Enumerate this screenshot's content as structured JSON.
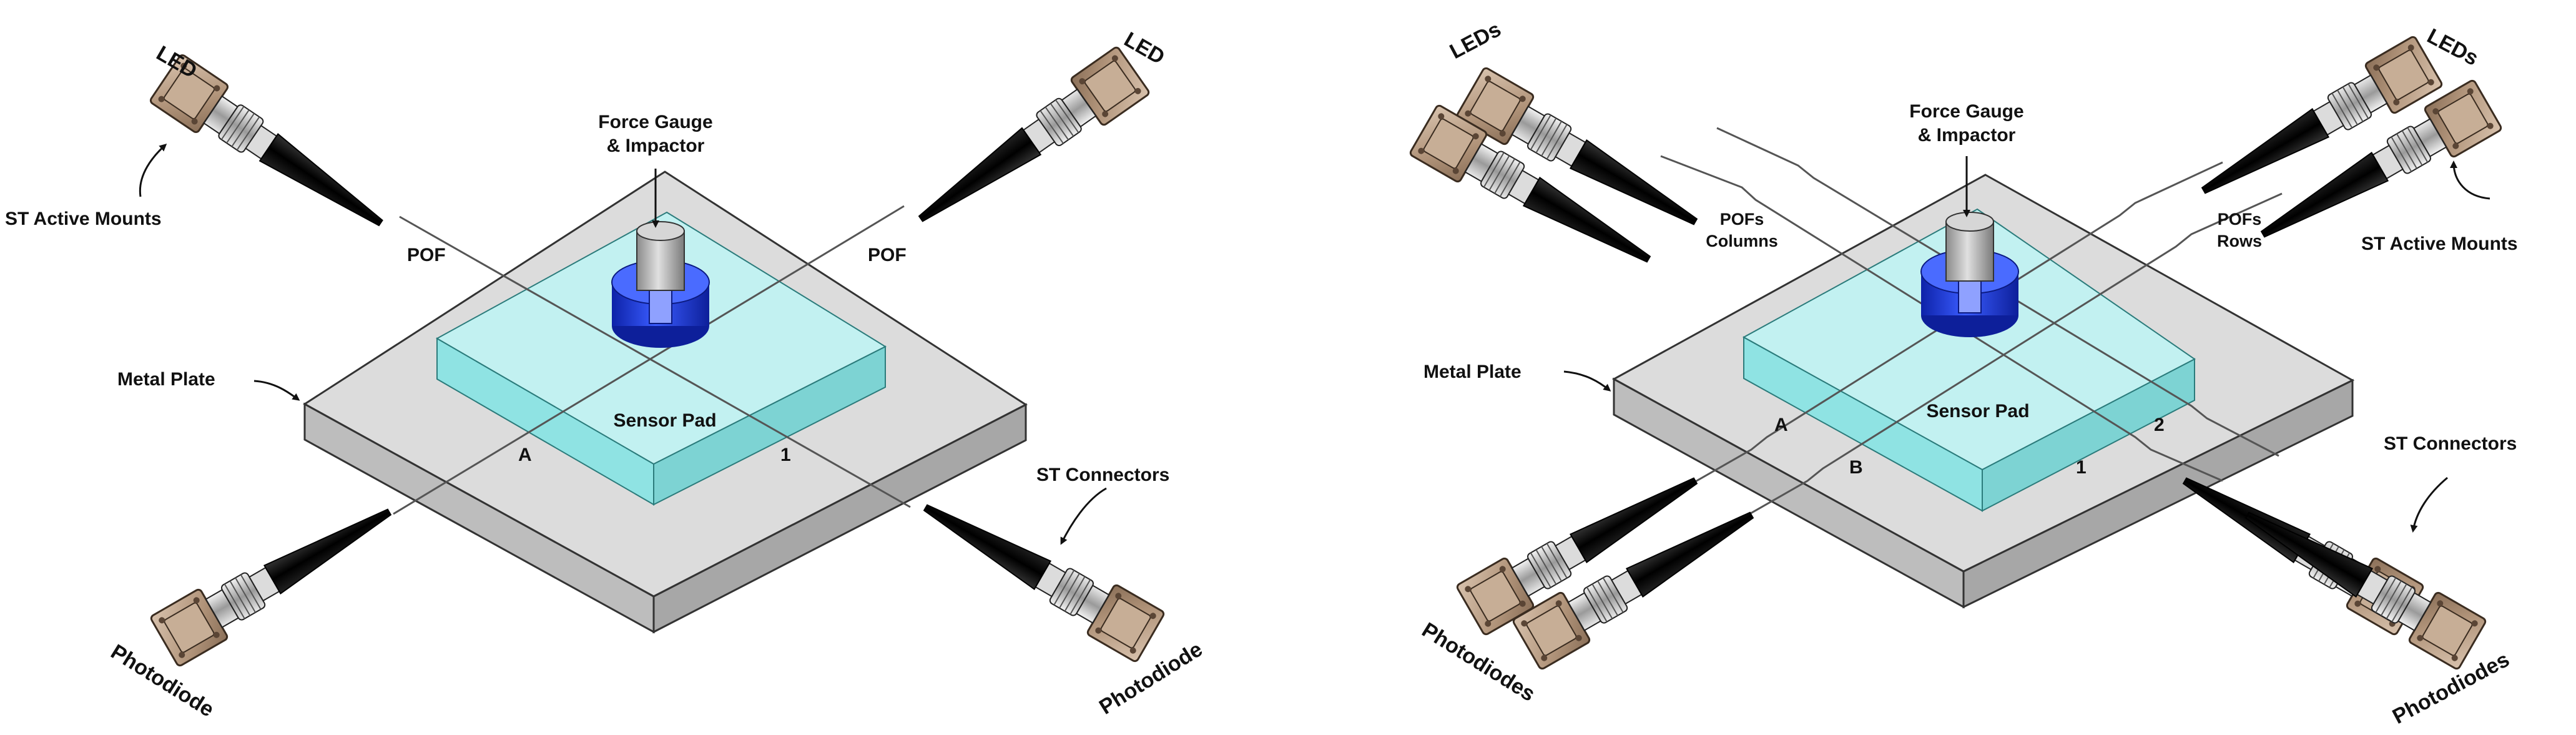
{
  "colors": {
    "plate_top": "#dcdcdc",
    "plate_left": "#bdbdbd",
    "plate_right": "#a7a7a7",
    "pad_top": "#bff3f3",
    "pad_front": "#8fe3e3",
    "pad_side": "#7dd3d3",
    "impactor_blue": "#1f3fe0",
    "impactor_grey": "#a9a9a9",
    "connector_bronze": "#b09379",
    "cable_black": "#111111"
  },
  "left": {
    "led_top_left": "LED",
    "led_top_right": "LED",
    "force_gauge_line1": "Force Gauge",
    "force_gauge_line2": "& Impactor",
    "st_active_mounts": "ST Active Mounts",
    "pof_left": "POF",
    "pof_right": "POF",
    "metal_plate": "Metal Plate",
    "sensor_pad": "Sensor Pad",
    "marker_a": "A",
    "marker_1": "1",
    "st_connectors": "ST Connectors",
    "photodiode_left": "Photodiode",
    "photodiode_right": "Photodiode"
  },
  "right": {
    "leds_top_left": "LEDs",
    "leds_top_right": "LEDs",
    "force_gauge_line1": "Force Gauge",
    "force_gauge_line2": "& Impactor",
    "pofs_columns_line1": "POFs",
    "pofs_columns_line2": "Columns",
    "pofs_rows_line1": "POFs",
    "pofs_rows_line2": "Rows",
    "st_active_mounts": "ST Active Mounts",
    "metal_plate": "Metal Plate",
    "sensor_pad": "Sensor Pad",
    "marker_a": "A",
    "marker_b": "B",
    "marker_1": "1",
    "marker_2": "2",
    "st_connectors": "ST Connectors",
    "photodiodes_left": "Photodiodes",
    "photodiodes_right": "Photodiodes"
  }
}
